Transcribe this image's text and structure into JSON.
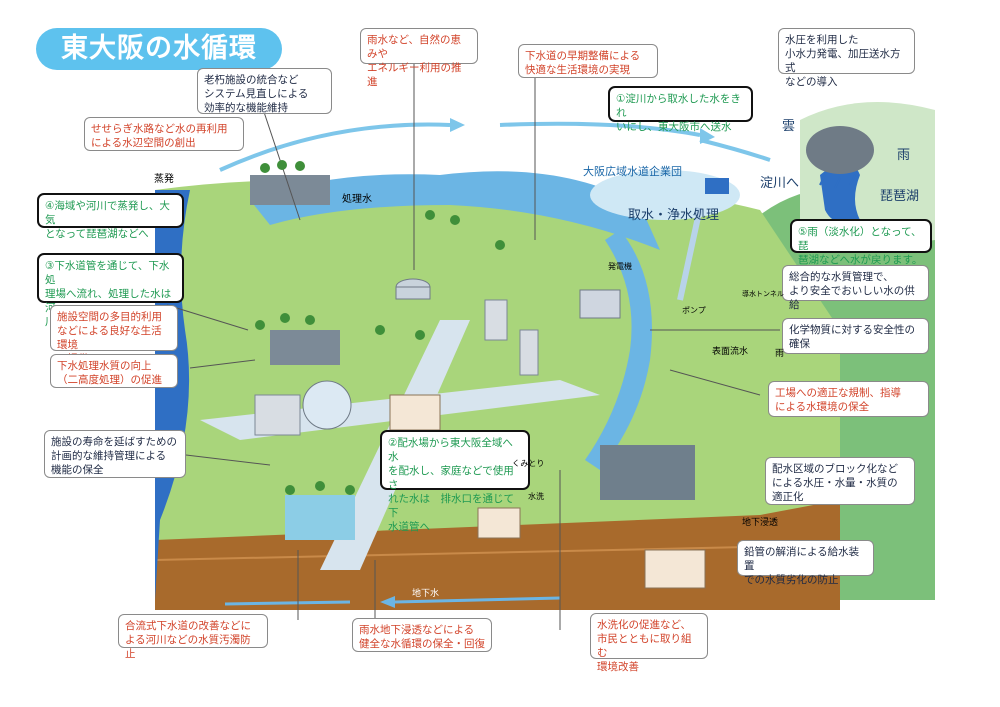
{
  "title": "東大阪の水循環",
  "boxes": {
    "b_rain_energy": "雨水など、自然の恵みや\nエネルギー利用の推進",
    "b_sewer_early": "下水道の早期整備による\n快適な生活環境の実現",
    "b_water_pressure": "水圧を利用した\n小水力発電、加圧送水方式\nなどの導入",
    "b_aging": "老朽施設の統合など\nシステム見直しによる\n効率的な機能維持",
    "b_stream": "せせらぎ水路など水の再利用\nによる水辺空間の創出",
    "b_step1": "①淀川から取水した水をきれ\nいにし、東大阪市へ送水",
    "b_step4": "④海域や河川で蒸発し、大気\nとなって琵琶湖などへ",
    "b_step5": "⑤雨（淡水化）となって、琵\n琶湖などへ水が戻ります。",
    "b_step3": "③下水道管を通じて、下水処\n理場へ流れ、処理した水は河\n川や海域へ",
    "b_multiuse": "施設空間の多目的利用\nなどによる良好な生活環境\nの提供",
    "b_advanced": "下水処理水質の向上\n（二高度処理）の促進",
    "b_general_mgmt": "総合的な水質管理で、\nより安全でおいしい水の供給",
    "b_chemical": "化学物質に対する安全性の\n確保",
    "b_factory": "工場への適正な規制、指導\nによる水環境の保全",
    "b_lifespan": "施設の寿命を延ばすための\n計画的な維持管理による\n機能の保全",
    "b_step2": "②配水場から東大阪全域へ水\nを配水し、家庭などで使用さ\nれた水は　排水口を通じて下\n水道管へ",
    "b_block": "配水区域のブロック化など\nによる水圧・水量・水質の\n適正化",
    "b_lead": "鉛管の解消による給水装置\nでの水質劣化の防止",
    "b_combined": "合流式下水道の改善などに\nよる河川などの水質汚濁防止",
    "b_infiltration": "雨水地下浸透などによる\n健全な水循環の保全・回復",
    "b_flush": "水洗化の促進など、\n市民とともに取り組む\n環境改善"
  },
  "labels": {
    "cloud": "雲",
    "rain": "雨",
    "biwako": "琵琶湖",
    "to_yodo": "淀川へ",
    "osaka_water": "大阪広域水道企業団",
    "intake": "取水・浄水処理",
    "evaporation": "蒸発",
    "treated_water": "処理水",
    "power_plant": "発電機",
    "pump": "ポンプ",
    "surface_flow": "表面流水",
    "rain2": "雨",
    "tunnel": "導水トンネル",
    "underground_infiltration": "地下浸透",
    "groundwater": "地下水",
    "kumitori": "くみとり",
    "suisen": "水洗"
  },
  "colors": {
    "title_bg": "#5ec2ee",
    "river": "#2f6fc4",
    "grass": "#a9d57b",
    "soil": "#a86a2c",
    "sky_arrow": "#7ec6ea",
    "label_red": "#d2432a",
    "label_green": "#1f9a52"
  }
}
